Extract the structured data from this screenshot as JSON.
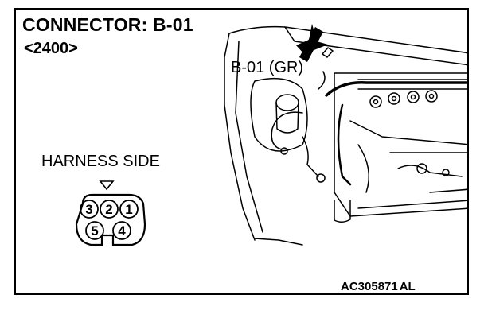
{
  "connector": {
    "title": "CONNECTOR: B-01",
    "variant": "<2400>"
  },
  "harness": {
    "label": "HARNESS SIDE",
    "pins": [
      "3",
      "2",
      "1",
      "5",
      "4"
    ]
  },
  "callout": {
    "label": "B-01 (GR)"
  },
  "figure": {
    "id": "AC305871",
    "suffix": "AL"
  }
}
